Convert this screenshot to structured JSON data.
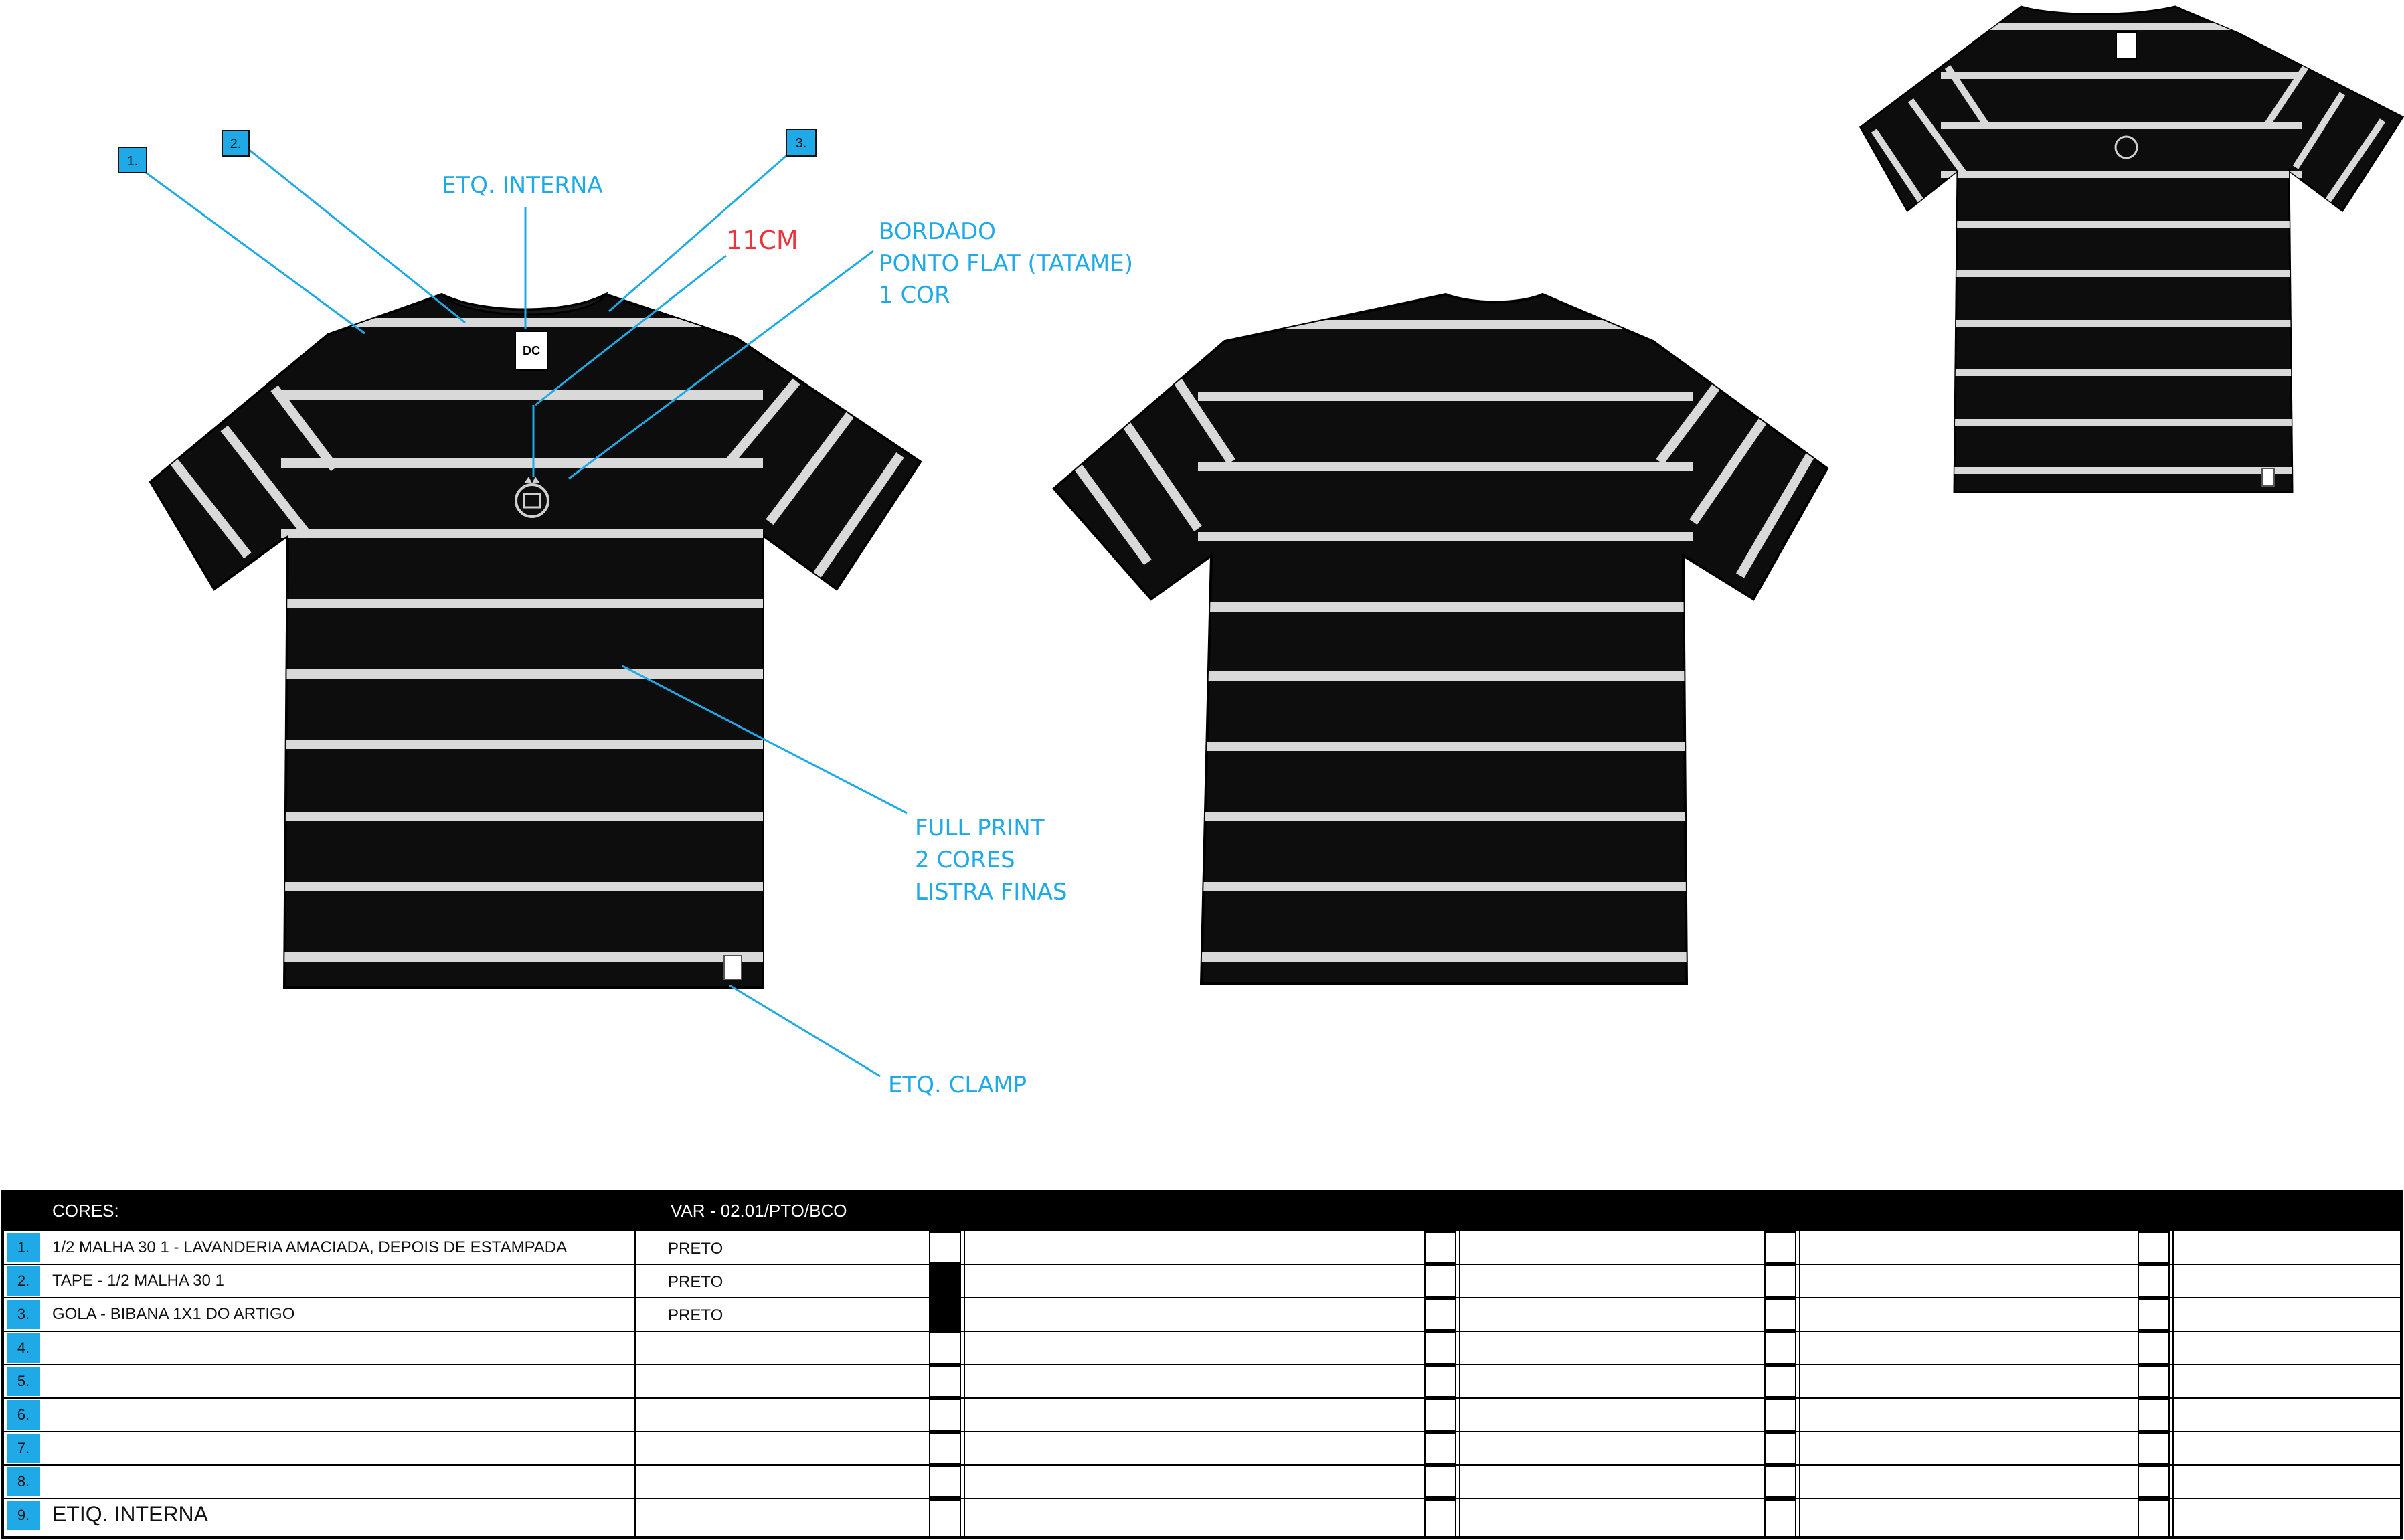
{
  "callouts": {
    "etq_interna": "ETQ. INTERNA",
    "measure": "11CM",
    "bordado": [
      "BORDADO",
      "PONTO FLAT (TATAME)",
      "1 COR"
    ],
    "full_print": [
      "FULL PRINT",
      "2 CORES",
      "LISTRA FINAS"
    ],
    "etq_clamp": "ETQ. CLAMP"
  },
  "badges": [
    "1.",
    "2.",
    "3."
  ],
  "label_logo": "DC",
  "colors": {
    "accent": "#1fa9e6",
    "measure": "#e8363f",
    "garment": "#0d0d0d",
    "stripe": "#d9d9d9"
  },
  "spec_table": {
    "header_left": "CORES:",
    "header_variant": "VAR - 02.01/PTO/BCO",
    "rows": [
      {
        "num": "1.",
        "desc": "1/2 MALHA 30 1 - LAVANDERIA AMACIADA, DEPOIS DE ESTAMPADA",
        "color": "PRETO",
        "swatch": "white"
      },
      {
        "num": "2.",
        "desc": "TAPE - 1/2 MALHA 30 1",
        "color": "PRETO",
        "swatch": "black"
      },
      {
        "num": "3.",
        "desc": "GOLA - BIBANA 1X1 DO ARTIGO",
        "color": "PRETO",
        "swatch": "black"
      },
      {
        "num": "4.",
        "desc": "",
        "color": "",
        "swatch": "white"
      },
      {
        "num": "5.",
        "desc": "",
        "color": "",
        "swatch": "white"
      },
      {
        "num": "6.",
        "desc": "",
        "color": "",
        "swatch": "white"
      },
      {
        "num": "7.",
        "desc": "",
        "color": "",
        "swatch": "white"
      },
      {
        "num": "8.",
        "desc": "",
        "color": "",
        "swatch": "white"
      },
      {
        "num": "9.",
        "desc": "ETIQ. INTERNA",
        "color": "",
        "swatch": "white"
      }
    ]
  }
}
